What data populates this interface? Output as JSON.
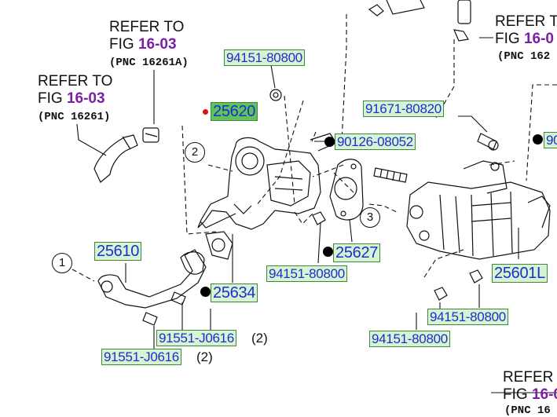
{
  "refer_notes": [
    {
      "refer": "REFER TO",
      "fig_prefix": "FIG ",
      "fig_no": "16-03",
      "pnc": "(PNC 16261A)"
    },
    {
      "refer": "REFER TO",
      "fig_prefix": "FIG ",
      "fig_no": "16-03",
      "pnc": "(PNC 16261)"
    },
    {
      "refer": "REFER TO",
      "fig_prefix": "FIG ",
      "fig_no": "16-0",
      "pnc": "(PNC 162"
    },
    {
      "refer": "REFER TO",
      "fig_prefix": "FIG ",
      "fig_no": "16-0",
      "pnc": "(PNC 16"
    }
  ],
  "part_numbers": {
    "p94151_80800_top": "94151-80800",
    "p25620": "25620",
    "p91671_80820": "91671-80820",
    "p90126_08052": "90126-08052",
    "p90_cut": "90",
    "p25610": "25610",
    "p25627": "25627",
    "p94151_80800_mid": "94151-80800",
    "p25601": "25601L",
    "p25634": "25634",
    "p94151_80800_right": "94151-80800",
    "p94151_80800_bottom": "94151-80800",
    "p91551_upper": "91551-J0616",
    "p91551_lower": "91551-J0616"
  },
  "quantities": {
    "q91551_upper": "(2)",
    "q91551_lower": "(2)"
  },
  "callouts": [
    "1",
    "2",
    "3"
  ],
  "colors": {
    "label_fill": "#d8f3d4",
    "label_border": "#3a8a3a",
    "label_text": "#1a2fd0",
    "highlight_fill": "#5fc25a",
    "fig_text": "#7a1fa8",
    "marker": "#e01010"
  }
}
